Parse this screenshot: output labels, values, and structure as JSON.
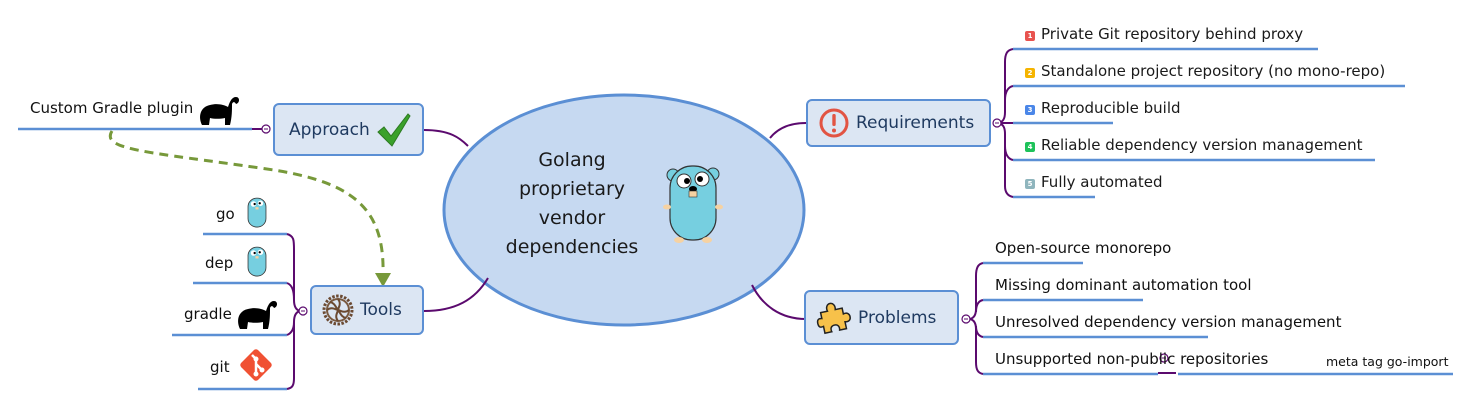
{
  "central": {
    "lines": [
      "Golang",
      "proprietary",
      "vendor",
      "dependencies"
    ],
    "icon": "gopher-icon"
  },
  "approach": {
    "label": "Approach",
    "icon": "checkmark-icon",
    "children": [
      {
        "label": "Custom Gradle plugin",
        "icon": "gradle-elephant-icon"
      }
    ]
  },
  "tools": {
    "label": "Tools",
    "icon": "gear-icon",
    "children": [
      {
        "label": "go",
        "icon": "gopher-icon"
      },
      {
        "label": "dep",
        "icon": "gopher-icon"
      },
      {
        "label": "gradle",
        "icon": "gradle-elephant-icon"
      },
      {
        "label": "git",
        "icon": "git-logo-icon"
      }
    ]
  },
  "requirements": {
    "label": "Requirements",
    "icon": "exclamation-circle-icon",
    "children": [
      {
        "priority": "1",
        "color": "#e8534f",
        "label": "Private Git repository behind proxy"
      },
      {
        "priority": "2",
        "color": "#f5b400",
        "label": "Standalone project repository (no mono-repo)"
      },
      {
        "priority": "3",
        "color": "#4a86e8",
        "label": "Reproducible build"
      },
      {
        "priority": "4",
        "color": "#1ec25a",
        "label": "Reliable dependency version management"
      },
      {
        "priority": "5",
        "color": "#8fb5bd",
        "label": "Fully automated"
      }
    ]
  },
  "problems": {
    "label": "Problems",
    "icon": "puzzle-piece-icon",
    "children": [
      {
        "label": "Open-source monorepo"
      },
      {
        "label": "Missing dominant automation tool"
      },
      {
        "label": "Unresolved dependency version management"
      },
      {
        "label": "Unsupported non-public repositories",
        "sub": "meta tag go-import"
      }
    ]
  },
  "relationship": {
    "from": "Custom Gradle plugin",
    "to": "Tools",
    "style": "dashed-arrow",
    "color": "#77993a"
  },
  "colors": {
    "branch_line": "#5b0a6e",
    "underline": "#5b8fd4",
    "topic_fill": "#dce6f3",
    "central_fill": "#c6d9f1"
  }
}
